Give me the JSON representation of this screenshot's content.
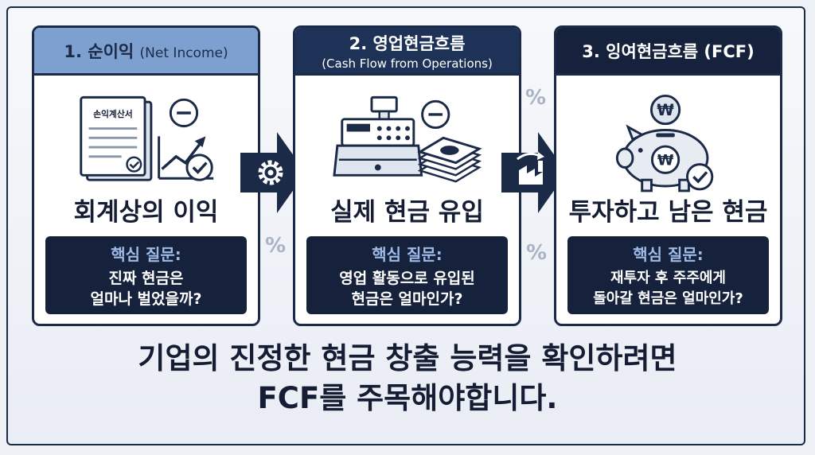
{
  "cards": [
    {
      "head_main": "1. 순이익",
      "head_en": "(Net Income)",
      "head_sub": "",
      "doc_label": "손익계산서",
      "label": "회계상의 이익",
      "question_title": "핵심 질문:",
      "question_lines": [
        "진짜 현금은",
        "얼마나 벌었을까?"
      ]
    },
    {
      "head_main": "2. 영업현금흐름",
      "head_en": "",
      "head_sub": "(Cash Flow from Operations)",
      "label": "실제 현금 유입",
      "question_title": "핵심 질문:",
      "question_lines": [
        "영업 활동으로 유입된",
        "현금은 얼마인가?"
      ]
    },
    {
      "head_main": "3. 잉여현금흐름 (FCF)",
      "head_en": "",
      "head_sub": "",
      "coin_symbol": "₩",
      "label": "투자하고 남은 현금",
      "question_title": "핵심 질문:",
      "question_lines": [
        "재투자 후 주주에게",
        "돌아갈 현금은 얼마인가?"
      ]
    }
  ],
  "decor": {
    "percent_symbol": "%"
  },
  "footer": {
    "line1": "기업의 진정한 현금 창출 능력을 확인하려면",
    "line2": "FCF를 주목해야합니다."
  },
  "icons": [
    "document-icon",
    "minus-circle-icon",
    "trend-up-icon",
    "check-circle-icon",
    "cash-register-icon",
    "cash-stack-icon",
    "piggy-bank-icon",
    "won-coin-icon",
    "gear-icon",
    "factory-icon"
  ],
  "colors": {
    "navy": "#16223c",
    "header_blue": "#7ea0d0",
    "accent_light": "#9dbbe6"
  }
}
